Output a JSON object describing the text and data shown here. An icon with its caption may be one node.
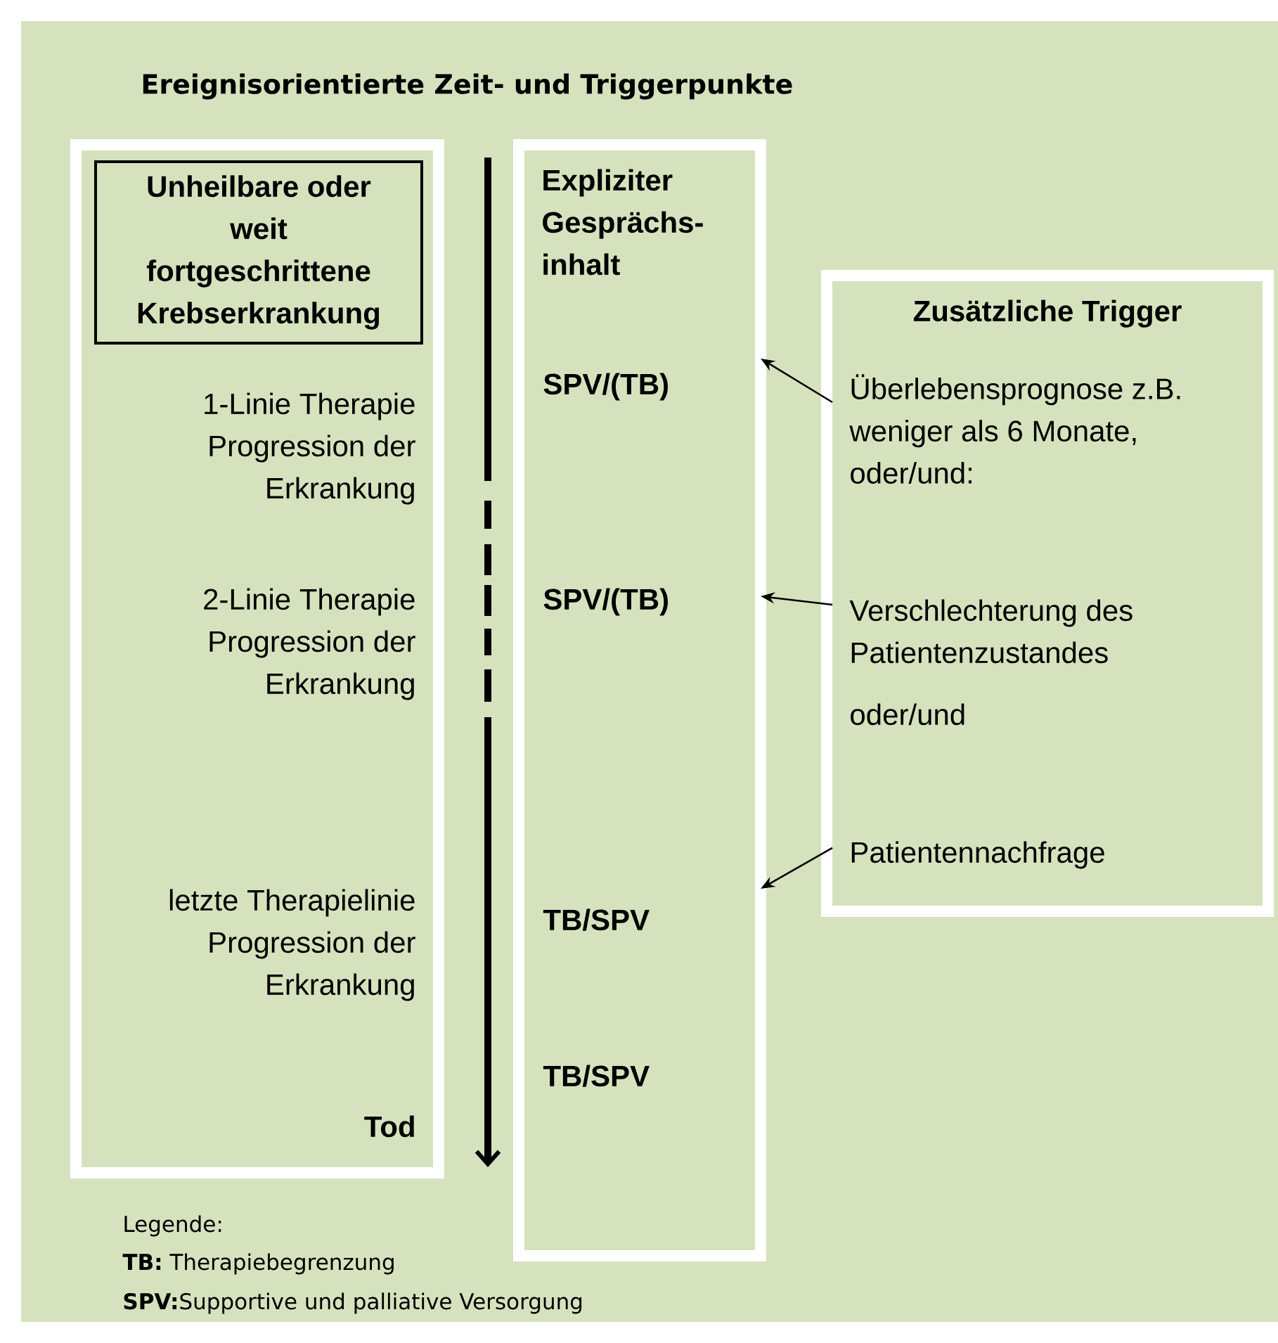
{
  "diagram": {
    "title": "Ereignisorientierte Zeit- und Triggerpunkte",
    "nodes": [
      {
        "text": [
          "1-Linie Therapie Progression der Erkrankung",
          "2-Linie Therapie Progression der Erkrankung",
          "letzte Therapielinie Progression der Erkrankung",
          "Tod"
        ]
      },
      {
        "text": [
          "Unheilbare oder weit fortgeschrittene Krebserkrankung"
        ],
        "in": 0
      },
      {
        "text": [
          "Expliziter Gesprächs- inhalt",
          "SPV/(TB)",
          "SPV/(TB)",
          "TB/SPV",
          "TB/SPV"
        ]
      },
      {
        "text": [
          "Zusätzliche Trigger"
        ]
      },
      {
        "text": [
          "Überlebensprognose z.B. weniger als 6 Monate, oder/und:"
        ],
        "in": 3
      },
      {
        "text": [
          "Verschlechterung des Patientenzustandes"
        ],
        "in": 3
      },
      {
        "text": [
          "Patientennachfrage"
        ],
        "in": 3
      }
    ],
    "edges": [
      {
        "from": 4,
        "to": 2,
        "arrow": "to"
      },
      {
        "from": 5,
        "to": 2,
        "arrow": "to"
      },
      {
        "from": 6,
        "to": 2,
        "arrow": "to"
      }
    ],
    "labels": [
      "oder/und",
      "Legende:",
      "**TB:** Therapiebegrenzung",
      "**SPV:**Supportive und palliative Versorgung"
    ]
  }
}
